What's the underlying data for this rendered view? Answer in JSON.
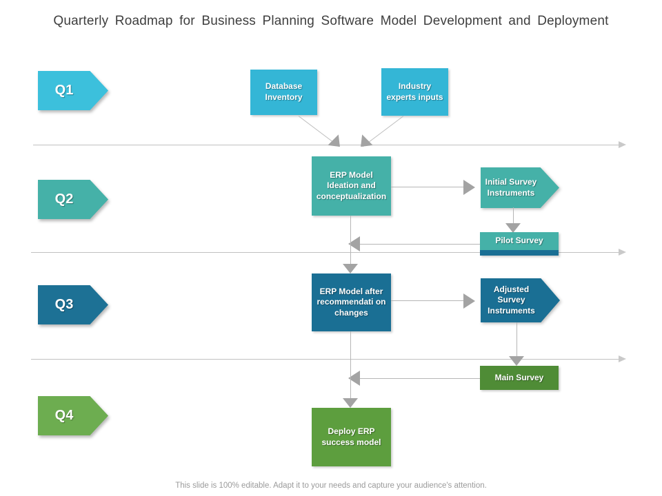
{
  "title": "Quarterly Roadmap for Business Planning Software Model Development and Deployment",
  "footer": "This slide is 100% editable. Adapt it to your needs and capture your audience's attention.",
  "colors": {
    "light_blue": "#34b6d6",
    "teal": "#45b1a8",
    "dark_blue": "#1a6f94",
    "green_quarter": "#6dad50",
    "green_main_survey": "#4f8c36",
    "green_deploy": "#5d9e3e",
    "connector_gray": "#a3a3a3",
    "title_text": "#3e3e3e"
  },
  "quarters": [
    {
      "label": "Q1",
      "color": "#3cc0dc"
    },
    {
      "label": "Q2",
      "color": "#45b1a8"
    },
    {
      "label": "Q3",
      "color": "#1d7195"
    },
    {
      "label": "Q4",
      "color": "#6dad50"
    }
  ],
  "nodes": {
    "database_inventory": "Database Inventory",
    "industry_experts": "Industry experts inputs",
    "erp_ideation": "ERP Model Ideation and conceptualization",
    "initial_survey": "Initial Survey Instruments",
    "pilot_survey": "Pilot Survey",
    "erp_recommend": "ERP Model after recommendati on changes",
    "adjusted_survey": "Adjusted Survey Instruments",
    "main_survey": "Main Survey",
    "deploy_erp": "Deploy ERP success model"
  }
}
